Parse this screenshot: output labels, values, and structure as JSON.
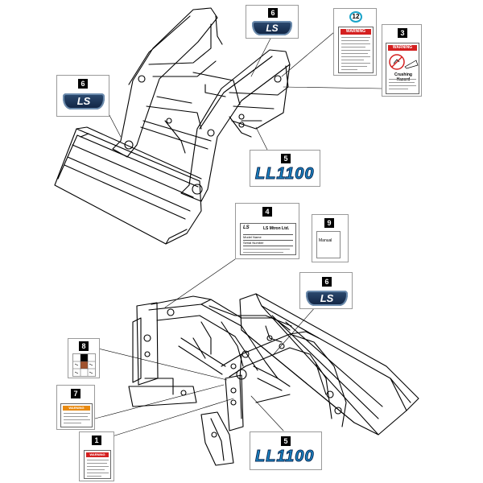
{
  "callouts": {
    "c1": "1",
    "c2": "12",
    "c3": "3",
    "c4": "4",
    "c5a": "5",
    "c5b": "5",
    "c6a": "6",
    "c6b": "6",
    "c6c": "6",
    "c7": "7",
    "c8": "8",
    "c9": "9"
  },
  "decals": {
    "ls_logo": "LS",
    "ll_model": "LL1100",
    "warning_heading": "WARNING",
    "warning_heading_small": "WARNING",
    "crushing_hazard": "Crushing Hazard",
    "plate_brand": "LS Mtron Ltd.",
    "plate_model_label": "Model Name",
    "plate_serial_label": "Serial Number",
    "manual_label": "Manual"
  },
  "colors": {
    "badge_dark": "#0e2140",
    "logo_blue": "#1a88c9",
    "warning_red": "#d42020",
    "callout_black": "#000000",
    "callout_ring": "#1aa3c9",
    "line_art": "#000000"
  }
}
